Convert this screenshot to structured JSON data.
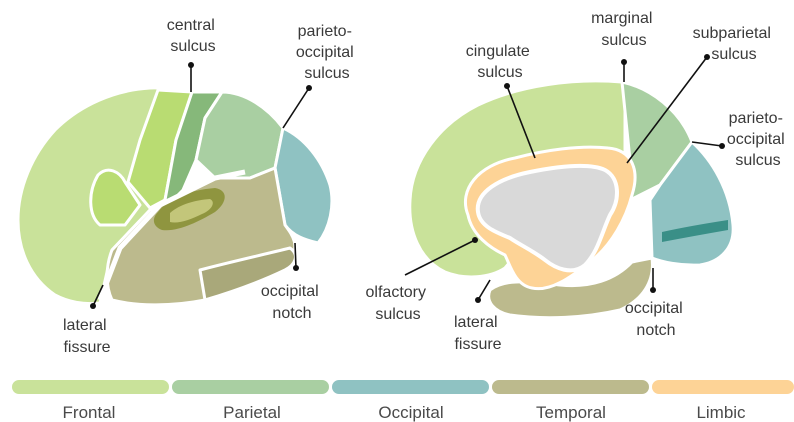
{
  "colors": {
    "frontal": "#c9e29a",
    "frontal_light": "#b9dc72",
    "parietal": "#a9cfa2",
    "parietal_dark": "#86b87a",
    "occipital": "#8fc2c2",
    "occipital_stripe": "#3a8f87",
    "temporal": "#bcba8d",
    "temporal_dark": "#a9a87a",
    "limbic": "#fdd396",
    "inner_gray": "#d9d9d9",
    "olive": "#8f953f"
  },
  "lateral_view": {
    "labels": {
      "central_sulcus": [
        "central",
        "sulcus"
      ],
      "parieto_occipital_sulcus": [
        "parieto-",
        "occipital",
        "sulcus"
      ],
      "occipital_notch": [
        "occipital",
        "notch"
      ],
      "lateral_fissure": [
        "lateral",
        "fissure"
      ]
    }
  },
  "medial_view": {
    "labels": {
      "marginal_sulcus": [
        "marginal",
        "sulcus"
      ],
      "cingulate_sulcus": [
        "cingulate",
        "sulcus"
      ],
      "subparietal_sulcus": [
        "subparietal",
        "sulcus"
      ],
      "parieto_occipital_sulcus": [
        "parieto-",
        "occipital",
        "sulcus"
      ],
      "olfactory_sulcus": [
        "olfactory",
        "sulcus"
      ],
      "lateral_fissure": [
        "lateral",
        "fissure"
      ],
      "occipital_notch": [
        "occipital",
        "notch"
      ]
    }
  },
  "legend": [
    {
      "label": "Frontal",
      "color": "#c9e29a"
    },
    {
      "label": "Parietal",
      "color": "#a9cfa2"
    },
    {
      "label": "Occipital",
      "color": "#8fc2c2"
    },
    {
      "label": "Temporal",
      "color": "#bcba8d"
    },
    {
      "label": "Limbic",
      "color": "#fdd396"
    }
  ]
}
